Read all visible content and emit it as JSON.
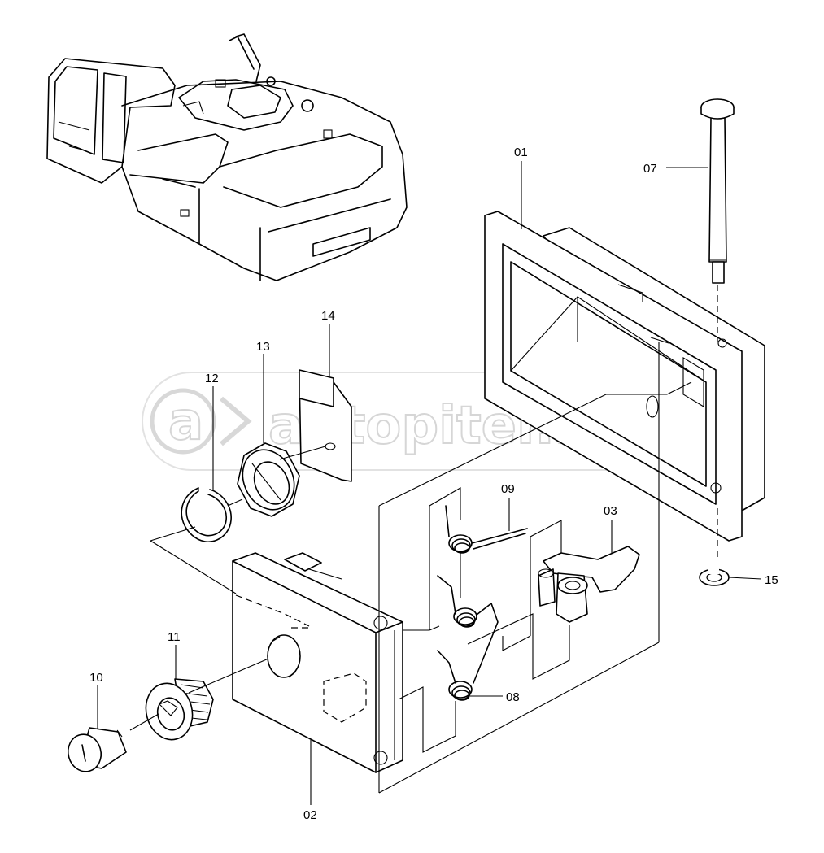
{
  "watermark": {
    "text": "autopiter.ru",
    "logo_letter": "a"
  },
  "labels": {
    "p01": "01",
    "p02": "02",
    "p03": "03",
    "p07": "07",
    "p08": "08",
    "p09": "09",
    "p10": "10",
    "p11": "11",
    "p12": "12",
    "p13": "13",
    "p14": "14",
    "p15": "15"
  }
}
